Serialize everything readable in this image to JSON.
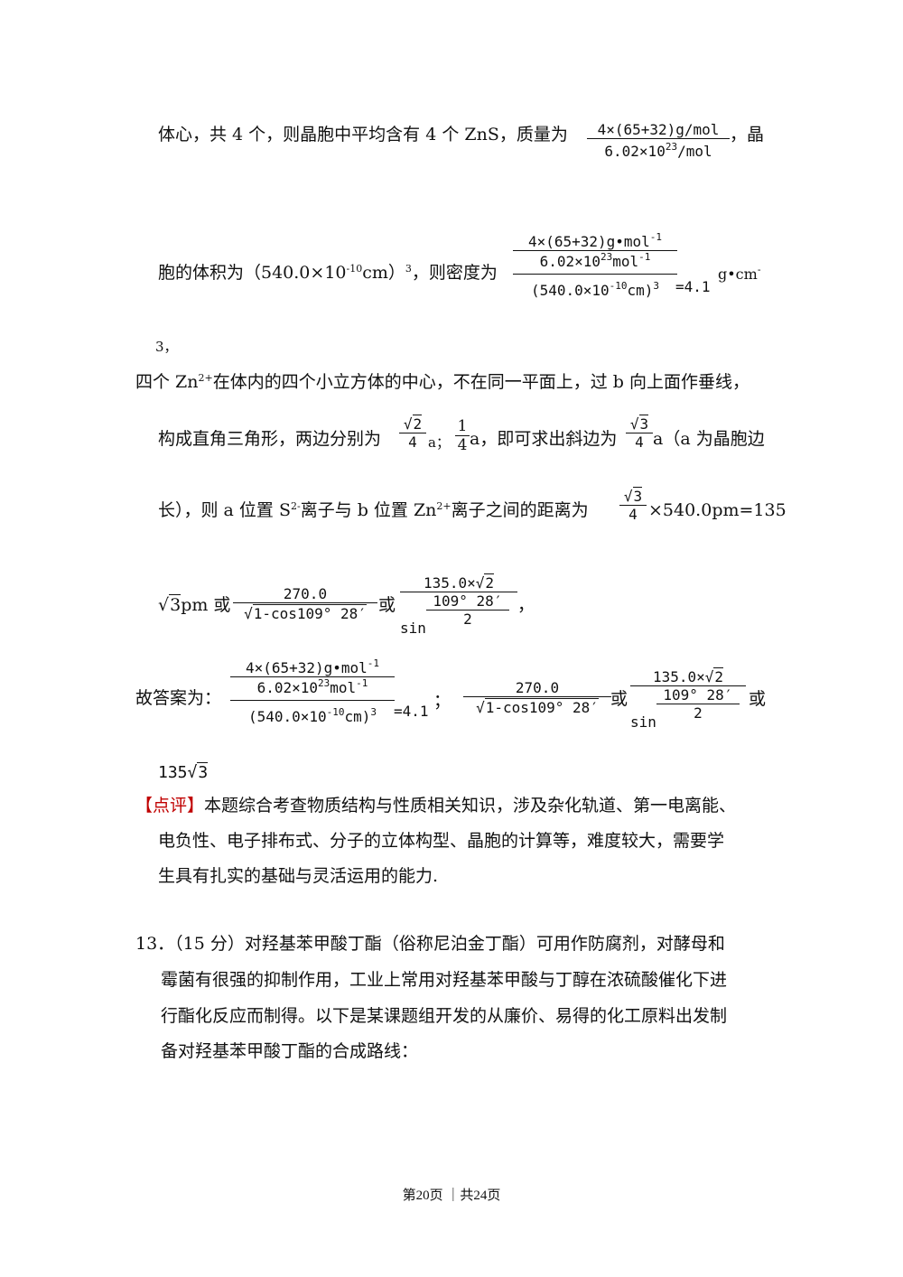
{
  "page": {
    "l1_a": "体心，共 4 个，则晶胞中平均含有 4 个 ZnS，质量为",
    "l1_b": "，晶",
    "mass_num": "4×(65+32)g/mol",
    "mass_den": "6.02×10",
    "mass_den_exp": "23",
    "mass_den_unit": "/mol",
    "l2_a": "胞的体积为（540.0×10",
    "l2_exp": "-10",
    "l2_b": "cm）",
    "l2_cube": "3",
    "l2_c": "，则密度为",
    "dens_top_num": "4×(65+32)g•mol",
    "dens_top_num_exp": "-1",
    "dens_top_den": "6.02×10",
    "dens_top_den_exp": "23",
    "dens_top_den_unit": "mol",
    "dens_top_den_unit_exp": "-1",
    "dens_bottom": "(540.0×10",
    "dens_bottom_exp": "-10",
    "dens_bottom_unit": "cm)",
    "dens_bottom_cube": "3",
    "dens_eq": "=4.1",
    "dens_unit": "g•cm",
    "dens_unit_exp": "-",
    "l3": "3，",
    "l4_a": "四个 Zn",
    "l4_sup": "2+",
    "l4_b": "在体内的四个小立方体的中心，不在同一平面上，过 b 向上面作垂线，",
    "l5_a": "构成直角三角形，两边分别为",
    "l5_sqrt2": "2",
    "l5_four": "4",
    "l5_a_sym": "a",
    "l5_sep": "；",
    "l5_one": "1",
    "l5_b": "a，即可求出斜边为",
    "l5_sqrt3": "3",
    "l5_c": "a（a 为晶胞边",
    "l6_a": "长），则 a 位置 S",
    "l6_sup1": "2-",
    "l6_b": "离子与 b 位置 Zn",
    "l6_sup2": "2+",
    "l6_c": "离子之间的距离为",
    "l6_d": "×540.0pm=135",
    "l7_sqrt": "3",
    "l7_pm": "pm 或",
    "l7_num": "270.0",
    "l7_den": "1-cos109° 28′",
    "l7_or": "或",
    "l7_num2": "135.0×",
    "l7_sin": "sin",
    "l7_angle": "109° 28′",
    "l7_two": "2",
    "l7_end": "，",
    "ans_label": "故答案为：",
    "ans_semicolon": "；",
    "ans_or_end": "或",
    "l9": "135",
    "review_tag": "【点评】",
    "review_1": "本题综合考查物质结构与性质相关知识，涉及杂化轨道、第一电离能、",
    "review_2": "电负性、电子排布式、分子的立体构型、晶胞的计算等，难度较大，需要学",
    "review_3": "生具有扎实的基础与灵活运用的能力.",
    "q13_1": "13．（15 分）对羟基苯甲酸丁酯（俗称尼泊金丁酯）可用作防腐剂，对酵母和",
    "q13_2": "霉菌有很强的抑制作用，工业上常用对羟基苯甲酸与丁醇在浓硫酸催化下进",
    "q13_3": "行酯化反应而制得。以下是某课题组开发的从廉价、易得的化工原料出发制",
    "q13_4": "备对羟基苯甲酸丁酯的合成路线：",
    "footer": "第20页 ｜共24页"
  }
}
